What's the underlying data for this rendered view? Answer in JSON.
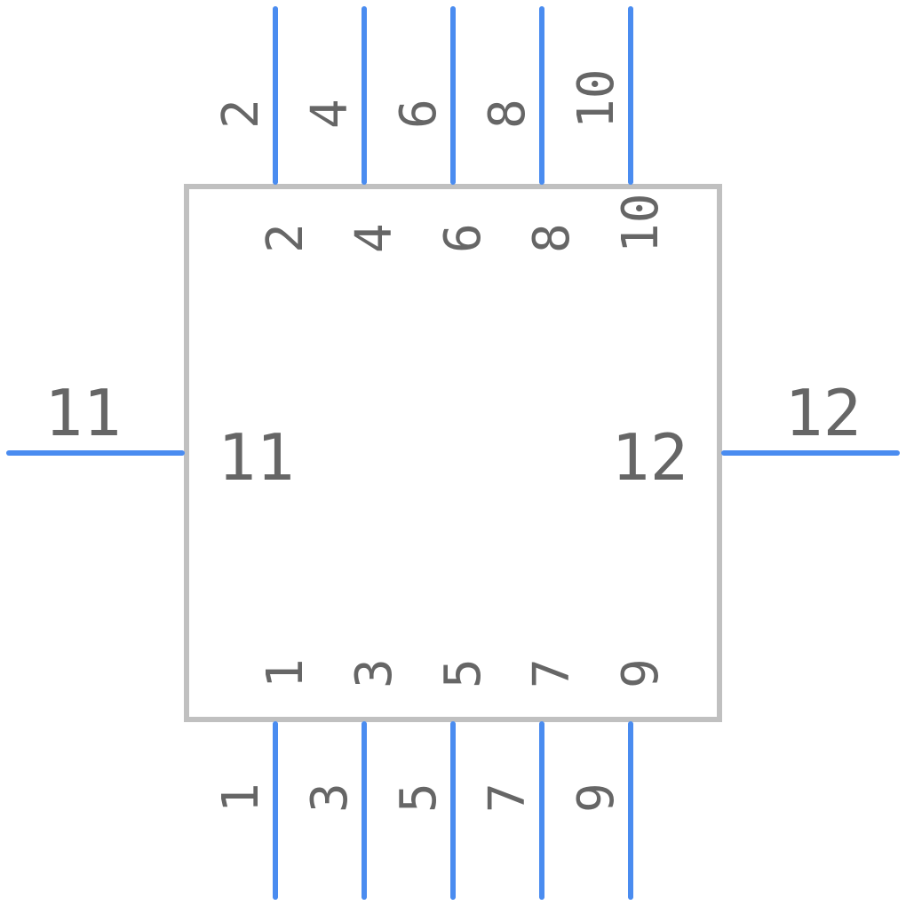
{
  "colors": {
    "pin": "#4a8cf0",
    "body": "#c0c0c0",
    "text": "#666666",
    "background": "#ffffff"
  },
  "pins": {
    "top": [
      {
        "number": "2",
        "inner": "2"
      },
      {
        "number": "4",
        "inner": "4"
      },
      {
        "number": "6",
        "inner": "6"
      },
      {
        "number": "8",
        "inner": "8"
      },
      {
        "number": "10",
        "inner": "10"
      }
    ],
    "bottom": [
      {
        "number": "1",
        "inner": "1"
      },
      {
        "number": "3",
        "inner": "3"
      },
      {
        "number": "5",
        "inner": "5"
      },
      {
        "number": "7",
        "inner": "7"
      },
      {
        "number": "9",
        "inner": "9"
      }
    ],
    "left": {
      "number": "11",
      "inner": "11"
    },
    "right": {
      "number": "12",
      "inner": "12"
    }
  }
}
